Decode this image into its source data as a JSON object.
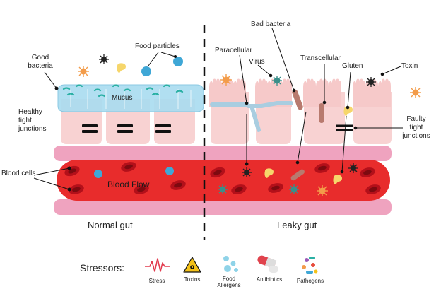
{
  "labels": {
    "good_bacteria": [
      "Good",
      "bacteria"
    ],
    "food_particles": "Food particles",
    "mucus": "Mucus",
    "healthy_tight_junctions": [
      "Healthy",
      "tight",
      "junctions"
    ],
    "blood_cells": "Blood cells",
    "blood_flow": "Blood Flow",
    "normal_gut": "Normal gut",
    "leaky_gut": "Leaky gut",
    "paracellular": "Paracellular",
    "virus": "Virus",
    "bad_bacteria": "Bad bacteria",
    "transcellular": "Transcellular",
    "gluten": "Gluten",
    "toxin": "Toxin",
    "faulty_tight_junctions": [
      "Faulty",
      "tight",
      "junctions"
    ]
  },
  "stressors": {
    "title": "Stressors:",
    "items": [
      {
        "icon": "stress-pulse-icon",
        "label": "Stress",
        "color": "#e23b4e"
      },
      {
        "icon": "toxins-hazard-icon",
        "label": "Toxins",
        "color": "#f4c21a"
      },
      {
        "icon": "food-allergens-icon",
        "label": [
          "Food",
          "Allergens"
        ],
        "color": "#8fd3e8"
      },
      {
        "icon": "antibiotics-capsule-icon",
        "label": "Antibiotics",
        "color": "#e0434d"
      },
      {
        "icon": "pathogens-icon",
        "label": "Pathogens",
        "color": "#9b59b6"
      }
    ]
  },
  "colors": {
    "villi": "#f6c9c9",
    "mucus": "#a9dcf0",
    "vessel_wall": "#efa3bf",
    "blood": "#e82c2c",
    "red_cell": "#b3101a",
    "food_particle": "#3fa7d6",
    "virus": "#3a8f8a",
    "gluten": "#f6d66b",
    "pathogen": "#f39c4a"
  }
}
